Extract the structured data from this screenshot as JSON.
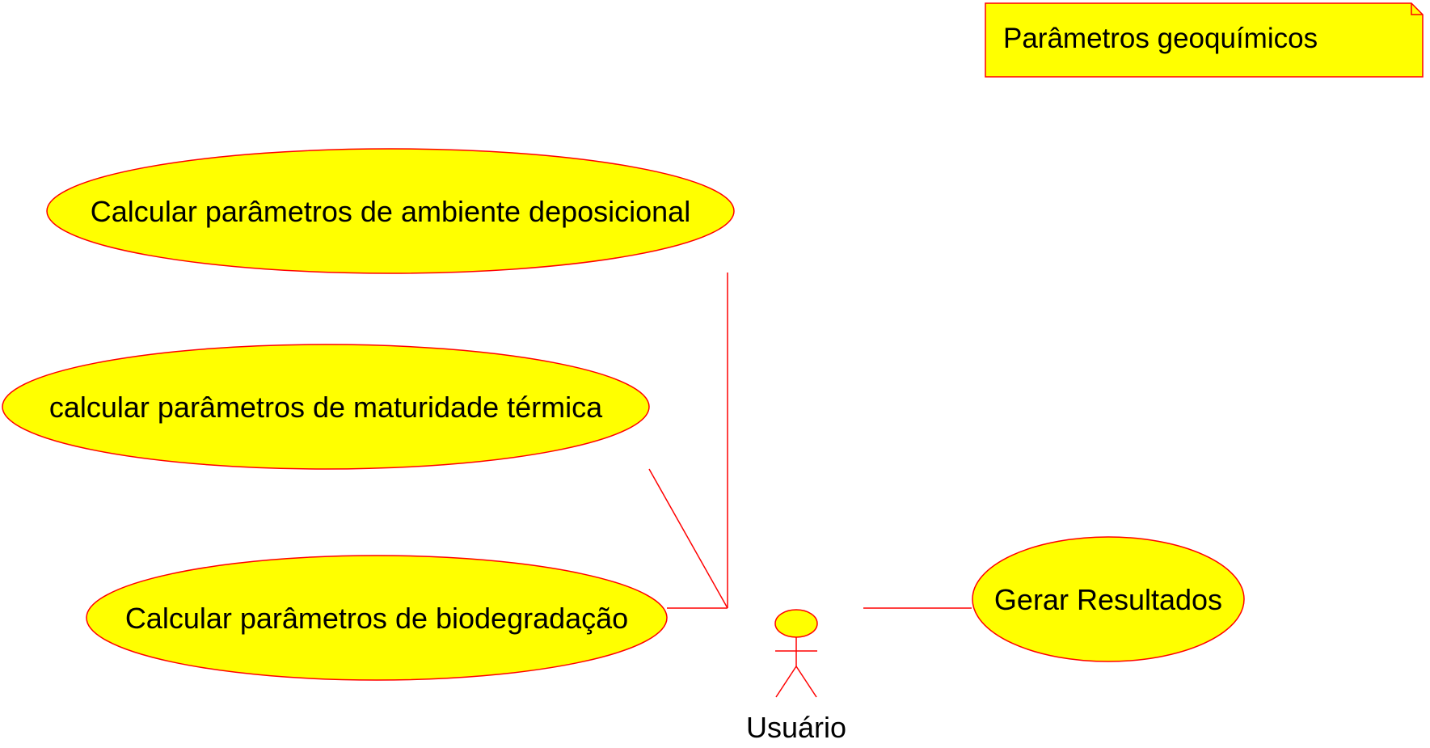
{
  "note": {
    "text": "Parâmetros geoquímicos"
  },
  "use_cases": [
    {
      "label": "Calcular parâmetros de ambiente deposicional"
    },
    {
      "label": "calcular parâmetros de maturidade térmica"
    },
    {
      "label": "Calcular parâmetros de biodegradação"
    },
    {
      "label": "Gerar Resultados"
    }
  ],
  "actor": {
    "label": "Usuário"
  },
  "colors": {
    "fill": "#ffff00",
    "stroke": "#ff0000",
    "text": "#000000"
  }
}
